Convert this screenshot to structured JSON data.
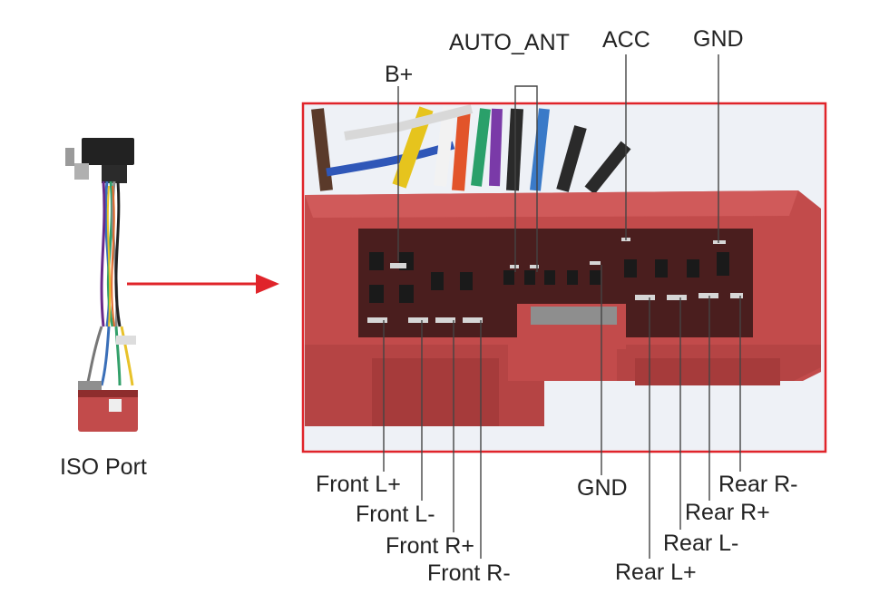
{
  "colors": {
    "frame": "#e0242a",
    "arrow": "#e0242a",
    "connector": "#c24b4b",
    "connector_dark": "#8e2d2d",
    "leader_line": "#444444",
    "text": "#222222"
  },
  "source": {
    "label": "ISO Port",
    "image": "wiring-harness-photo"
  },
  "detail_image": "iso-connector-closeup-photo",
  "pins_top": {
    "b_plus": "B+",
    "auto_ant": "AUTO_ANT",
    "acc": "ACC",
    "gnd_top": "GND"
  },
  "pins_bottom": {
    "front_l_plus": "Front L+",
    "front_l_minus": "Front L-",
    "front_r_plus": "Front R+",
    "front_r_minus": "Front R-",
    "gnd_bottom": "GND",
    "rear_l_plus": "Rear L+",
    "rear_l_minus": "Rear L-",
    "rear_r_plus": "Rear R+",
    "rear_r_minus": "Rear R-"
  }
}
